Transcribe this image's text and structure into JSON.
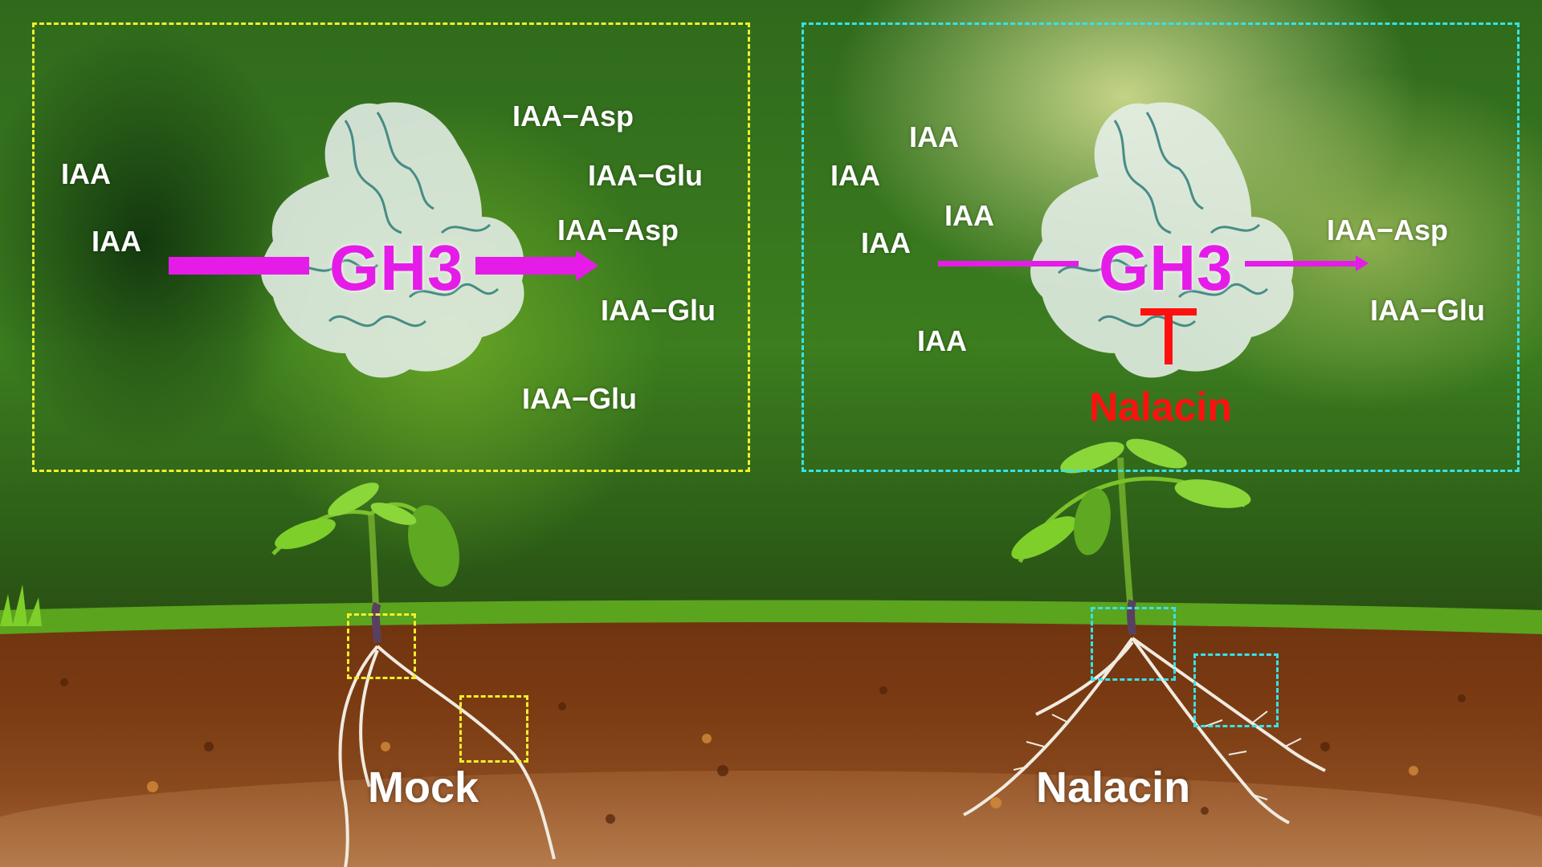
{
  "colors": {
    "mock_frame": "#f2ef2a",
    "nalacin_frame": "#35e3e8",
    "arrow": "#e51ce8",
    "inhibitor": "#ff1010",
    "text": "#ffffff"
  },
  "mock_panel": {
    "substrates": [
      "IAA",
      "IAA"
    ],
    "enzyme": "GH3",
    "products": [
      "IAA−Asp",
      "IAA−Glu",
      "IAA−Asp",
      "IAA−Glu",
      "IAA−Glu"
    ],
    "protein_icon": "protein-structure-icon"
  },
  "nalacin_panel": {
    "substrates": [
      "IAA",
      "IAA",
      "IAA",
      "IAA",
      "IAA"
    ],
    "enzyme": "GH3",
    "products": [
      "IAA−Asp",
      "IAA−Glu"
    ],
    "inhibitor": "Nalacin",
    "inhibition_symbol": "T",
    "protein_icon": "protein-structure-icon"
  },
  "plants": {
    "mock_label": "Mock",
    "nalacin_label": "Nalacin"
  }
}
